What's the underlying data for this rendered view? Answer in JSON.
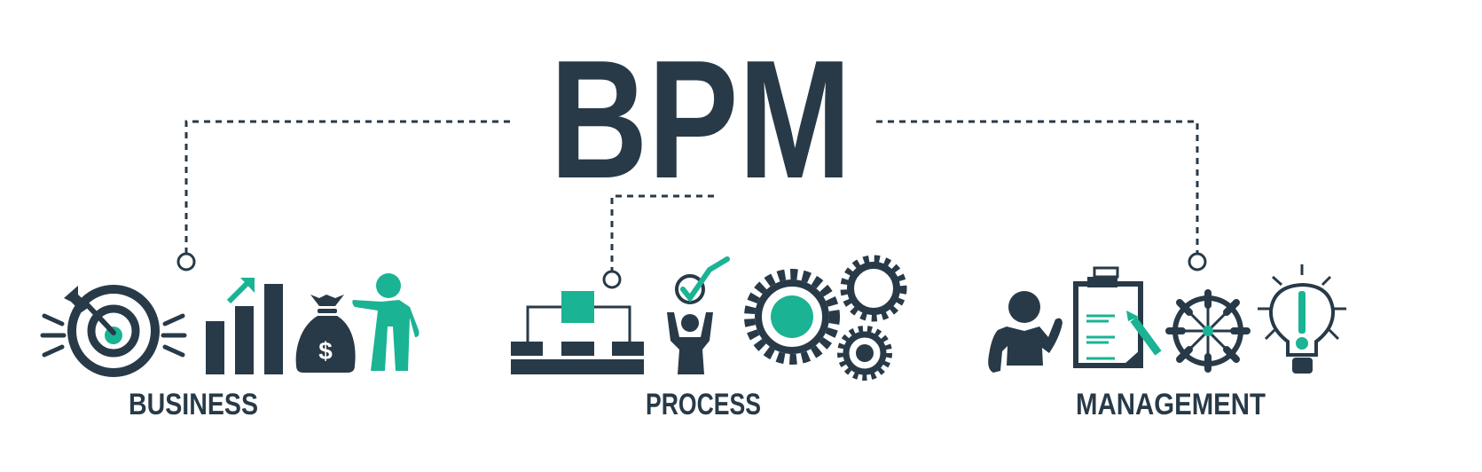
{
  "title": "BPM",
  "colors": {
    "dark": "#283a48",
    "accent": "#1ab394"
  },
  "sections": [
    {
      "label": "BUSINESS",
      "icons": [
        "target-icon",
        "growth-chart-icon",
        "money-bag-icon",
        "presenter-icon"
      ]
    },
    {
      "label": "PROCESS",
      "icons": [
        "flowchart-icon",
        "approval-person-icon",
        "gears-icon"
      ]
    },
    {
      "label": "MANAGEMENT",
      "icons": [
        "manager-icon",
        "clipboard-icon",
        "ship-wheel-icon",
        "idea-bulb-icon"
      ]
    }
  ],
  "dollar_sign": "$"
}
